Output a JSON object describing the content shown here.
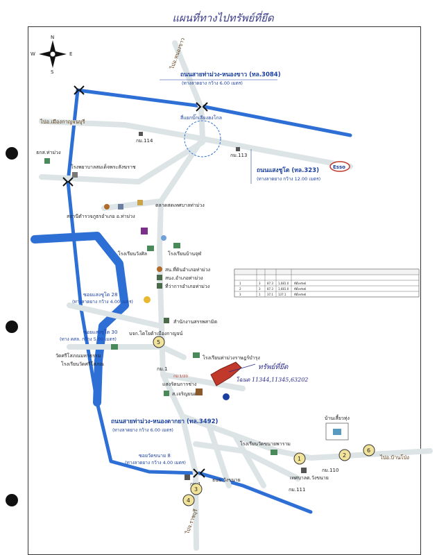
{
  "map_title": "แผนที่ทางไปทรัพย์ที่ยึด",
  "compass": {
    "n": "N",
    "s": "S",
    "e": "E",
    "w": "W"
  },
  "roads": {
    "road_3084_name": "ถนนสายท่าม่วง-หนองขาว (ทล.3084)",
    "road_3084_width": "(ทางลาดยาง กว้าง 6.00 เมตร)",
    "road_323_name": "ถนนแสงชูโต (ทล.323)",
    "road_323_width": "(ทางลาดยาง กว้าง 12.00 เมตร)",
    "road_3492_name": "ถนนสายท่าม่วง-หนองตากยา (ทล.3492)",
    "road_3492_width": "(ทางลาดยาง กว้าง 6.00 เมตร)",
    "soi_28": "ซอยแสงชูโต 28",
    "soi_28_width": "(ทางลาดยาง กว้าง 4.00 เมตร)",
    "soi_30": "ซอยแสงชูโต 30",
    "soi_30_width": "(ทาง คสล. กว้าง 5.00 เมตร)",
    "soi_8": "ซอยวัดขนาย 8",
    "soi_8_width": "(ทางลาดยาง กว้าง 4.00 เมตร)"
  },
  "directions": {
    "to_nongkhao": "ไปอ.หนองขาว",
    "to_kanchanaburi": "ไปอ.เมืองกาญจนบุรี",
    "to_banpong": "ไปอ.บ้านโป่ง",
    "to_ratchaburi": "ไปจ.ราชบุรี"
  },
  "places": {
    "intersection": "สี่แยกบิ๊กเลียงฮงโกล",
    "km114": "กม.114",
    "km113": "กม.113",
    "km110": "กม.110",
    "km111": "กม.111",
    "km1": "กม.1",
    "km1_120": "กม.1/20",
    "esso": "Esso",
    "bank": "ธกส.ท่าม่วง",
    "hospital": "โรงพยาบาลสมเด็จพระสังฆราช",
    "police": "สถานีตำรวจภูธรอำเภอ อ.ท่าม่วง",
    "market": "ตลาดสดเทศบาลท่าม่วง",
    "school1": "โรงเรียนวังศิล",
    "school2": "โรงเรียนบ้านจุฬ",
    "land_office": "สน.ที่ดินอำเภอท่าม่วง",
    "district_office": "สนง.อำเภอท่าม่วง",
    "district_hall": "ที่ว่าการอำเภอท่าม่วง",
    "excise": "สำนักงานสรรพสามิต",
    "wat": "วัดศรีโสภณมหาธรรม",
    "school3": "โรงเรียนวัดศรีโสภณ",
    "company": "บจก.โตโยต้าเมืองกาญจน์",
    "school4": "โรงเรียนท่าม่วงราษฎร์บำรุง",
    "shop1": "แสงรัตนการช่าง",
    "shop2": "ส.เจริญยนต์",
    "school5": "โรงเรียนวัดขนายพาราม",
    "municipality": "เทศบาลต.วังขนาย",
    "bank2": "ธนบ.วังขนาย",
    "village": "บ้านเสี้ยวทุ่ง",
    "property": "ทรัพย์ที่ยึด",
    "deeds": "โฉนด 11344,11345,63202"
  },
  "markers": [
    "1",
    "2",
    "3",
    "4",
    "5",
    "6"
  ],
  "table_rows": [
    [
      "1",
      "3",
      "87.3",
      "1,681.0",
      "ที่ตั้งทรัพย์"
    ],
    [
      "2",
      "3",
      "87.3",
      "1,681.0",
      "ที่ตั้งทรัพย์"
    ],
    [
      "3",
      "1",
      "37.1",
      "137.1",
      "ที่ตั้งทรัพย์"
    ]
  ],
  "colors": {
    "highway": "#2e6fd6",
    "road": "#dfe6e8",
    "label": "#1a3fa0",
    "property": "#c0392b"
  }
}
